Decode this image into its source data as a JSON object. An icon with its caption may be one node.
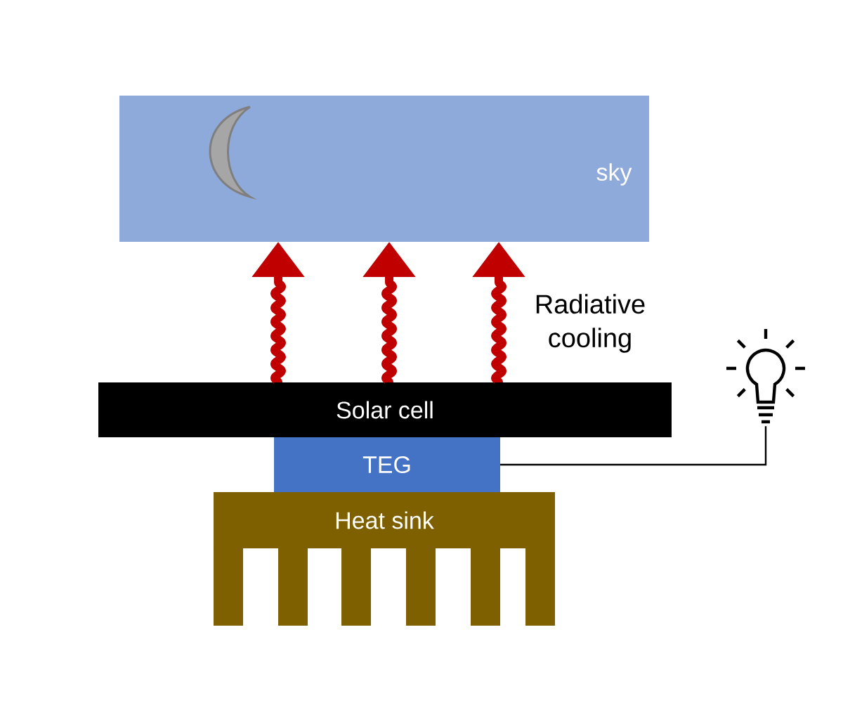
{
  "diagram": {
    "nodes": [
      {
        "text": [
          "sky"
        ]
      },
      {
        "text": [
          "Solar cell"
        ]
      },
      {
        "text": [
          "TEG"
        ]
      },
      {
        "text": [
          "Heat sink"
        ]
      },
      {
        "text": [],
        "shape": "bulb"
      }
    ],
    "edges": [
      {
        "from": 1,
        "to": 0,
        "arrow": "to",
        "color": "#c00000"
      },
      {
        "from": 1,
        "to": 0,
        "arrow": "to",
        "color": "#c00000"
      },
      {
        "from": 1,
        "to": 0,
        "arrow": "to",
        "color": "#c00000"
      },
      {
        "from": 2,
        "to": 4,
        "arrow": "none",
        "color": "#000000"
      }
    ],
    "labels": [
      "Radiative cooling"
    ]
  }
}
